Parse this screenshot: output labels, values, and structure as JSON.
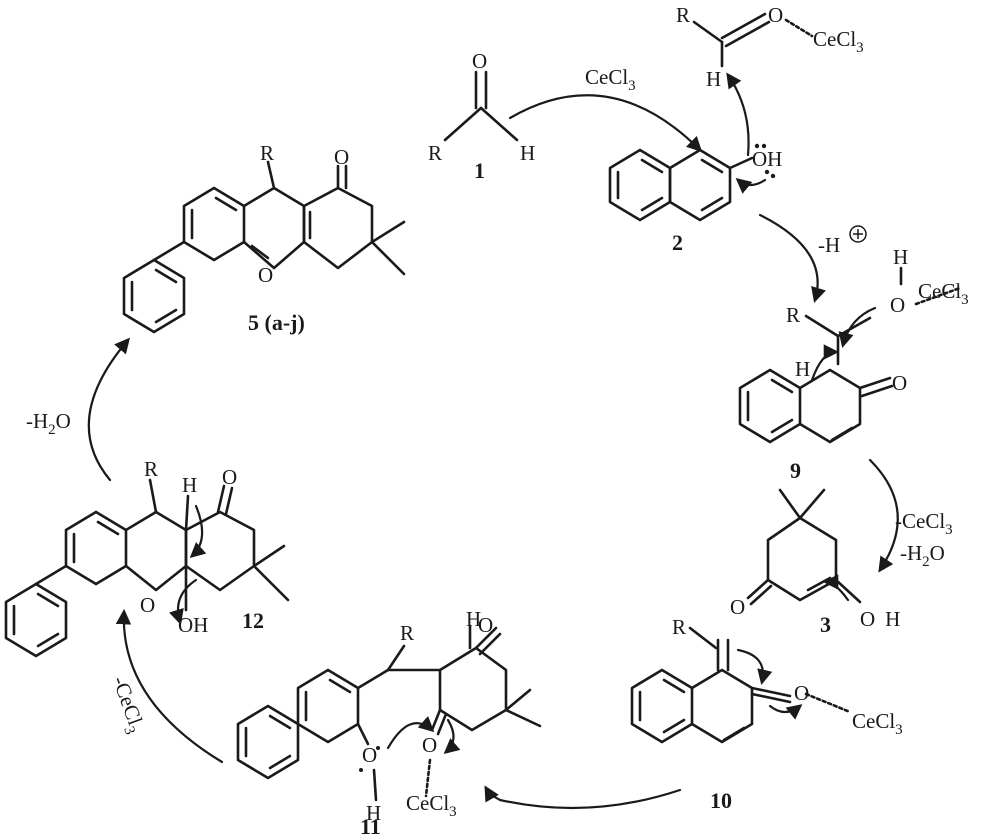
{
  "compounds": {
    "c1": "1",
    "c2": "2",
    "c3": "3",
    "c5": "5 (a-j)",
    "c9": "9",
    "c10": "10",
    "c11": "11",
    "c12": "12"
  },
  "atoms": {
    "R": "R",
    "O": "O",
    "H": "H",
    "OH": "OH",
    "CeCl": "CeCl",
    "three": "3",
    "two": "2"
  },
  "conditions": {
    "cat_main": "CeCl",
    "proton_loss": "-H",
    "loss_cecl3": "-CeCl",
    "loss_h2o": "-H",
    "loss_h2o_tail": "O"
  }
}
